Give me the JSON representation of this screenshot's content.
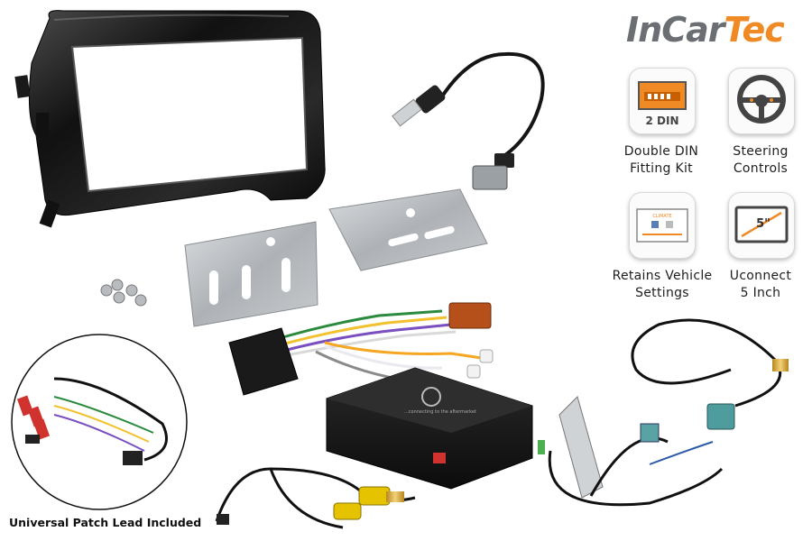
{
  "brand": {
    "part1": "InCar",
    "part2": "Tec",
    "accent_color": "#f08a24",
    "grey_color": "#6b6e73"
  },
  "features": [
    {
      "name": "double-din",
      "icon": "double-din-icon",
      "badge": "2 DIN",
      "line1": "Double DIN",
      "line2": "Fitting Kit"
    },
    {
      "name": "steering",
      "icon": "steering-wheel-icon",
      "line1": "Steering",
      "line2": "Controls"
    },
    {
      "name": "settings",
      "icon": "climate-display-icon",
      "line1": "Retains Vehicle",
      "line2": "Settings",
      "screen_label": "CLIMATE"
    },
    {
      "name": "screen",
      "icon": "screen-size-icon",
      "size_label": "5\"",
      "line1": "Uconnect",
      "line2": "5 Inch"
    }
  ],
  "patch_lead_caption": "Universal Patch Lead Included",
  "interface_box_text": "...connecting to the aftermarket",
  "products": [
    "black-gloss-fascia",
    "usb-adapter-cable",
    "mounting-brackets",
    "screws",
    "iso-harness",
    "steering-interface-box",
    "camera-rca-lead",
    "antenna-adapter",
    "fakra-extension-cable",
    "patch-lead"
  ]
}
